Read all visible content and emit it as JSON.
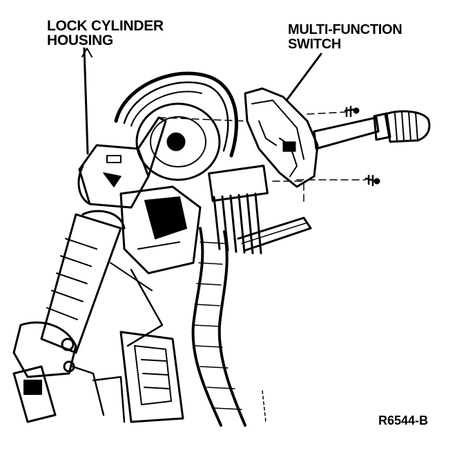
{
  "labels": {
    "lock_cylinder_line1": "LOCK CYLINDER",
    "lock_cylinder_line2": "HOUSING",
    "multi_function_line1": "MULTI-FUNCTION",
    "multi_function_line2": "SWITCH",
    "figure_code": "R6544-B"
  },
  "colors": {
    "ink": "#000000",
    "paper": "#ffffff"
  }
}
